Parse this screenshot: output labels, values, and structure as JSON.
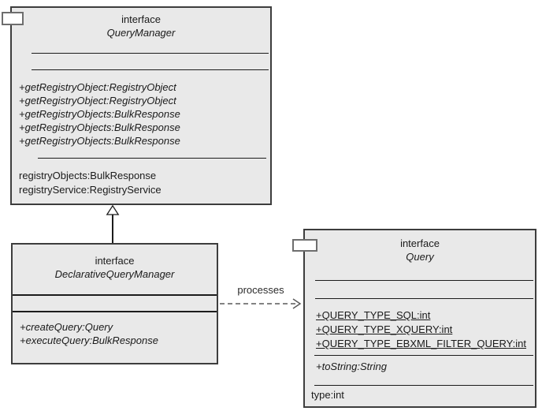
{
  "diagram": {
    "kind": "uml-class-diagram",
    "colors": {
      "background": "#ffffff",
      "box_fill": "#e9e9e9",
      "box_border": "#3d3d3d",
      "separator": "#1c1c1c",
      "tab_border": "#6e6e6e",
      "dependency_line": "#5a5a5a"
    },
    "classes": {
      "query_manager": {
        "stereotype": "interface",
        "name": "QueryManager",
        "methods": [
          "+getRegistryObject:RegistryObject",
          "+getRegistryObject:RegistryObject",
          "+getRegistryObjects:BulkResponse",
          "+getRegistryObjects:BulkResponse",
          "+getRegistryObjects:BulkResponse"
        ],
        "properties": [
          "registryObjects:BulkResponse",
          "registryService:RegistryService"
        ]
      },
      "declarative_query_manager": {
        "stereotype": "interface",
        "name": "DeclarativeQueryManager",
        "methods": [
          "+createQuery:Query",
          "+executeQuery:BulkResponse"
        ]
      },
      "query": {
        "stereotype": "interface",
        "name": "Query",
        "constants": [
          "+QUERY_TYPE_SQL:int",
          "+QUERY_TYPE_XQUERY:int",
          "+QUERY_TYPE_EBXML_FILTER_QUERY:int"
        ],
        "methods": [
          "+toString:String"
        ],
        "properties": [
          "type:int"
        ]
      }
    },
    "relationships": {
      "generalization": {
        "type": "generalization",
        "from": "DeclarativeQueryManager",
        "to": "QueryManager"
      },
      "dependency": {
        "type": "dependency",
        "from": "DeclarativeQueryManager",
        "to": "Query",
        "label": "processes"
      }
    }
  }
}
